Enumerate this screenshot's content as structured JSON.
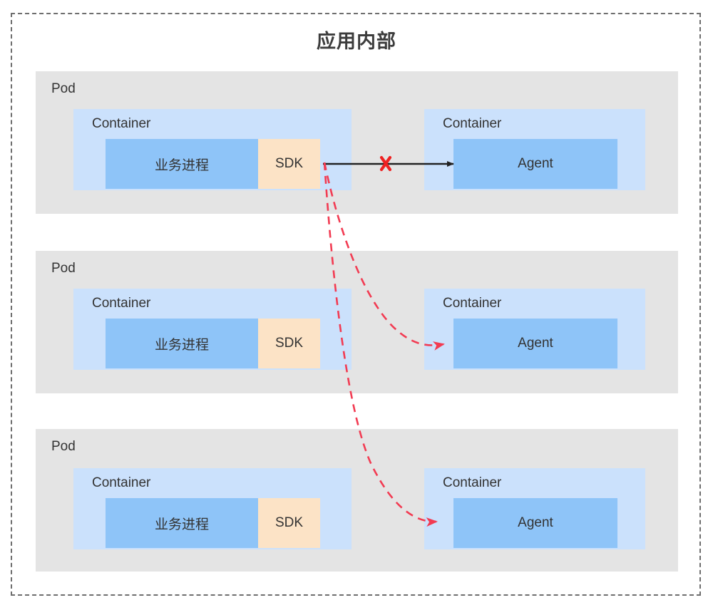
{
  "diagram": {
    "title": "应用内部",
    "boundary_style": "dashed",
    "colors": {
      "pod_bg": "#e4e4e4",
      "container_bg": "#cbe1fc",
      "process_bg": "#8ec4f8",
      "sdk_bg": "#fce3c6",
      "agent_bg": "#8ec4f8",
      "blocked_arrow": "#222222",
      "blocked_marker": "#ee2222",
      "redirect_arrow": "#f23b52",
      "boundary_border": "#6e6e6e",
      "text": "#333333"
    },
    "pods": [
      {
        "label": "Pod",
        "app_container": {
          "label": "Container",
          "process": {
            "label": "业务进程"
          },
          "sdk": {
            "label": "SDK"
          }
        },
        "agent_container": {
          "label": "Container",
          "agent": {
            "label": "Agent"
          }
        }
      },
      {
        "label": "Pod",
        "app_container": {
          "label": "Container",
          "process": {
            "label": "业务进程"
          },
          "sdk": {
            "label": "SDK"
          }
        },
        "agent_container": {
          "label": "Container",
          "agent": {
            "label": "Agent"
          }
        }
      },
      {
        "label": "Pod",
        "app_container": {
          "label": "Container",
          "process": {
            "label": "业务进程"
          },
          "sdk": {
            "label": "SDK"
          }
        },
        "agent_container": {
          "label": "Container",
          "agent": {
            "label": "Agent"
          }
        }
      }
    ],
    "connections": [
      {
        "name": "blocked-local-link",
        "from": "pod1.sdk",
        "to": "pod1.agent",
        "style": "solid",
        "color": "#222222",
        "marker": "x",
        "marker_color": "#ee2222",
        "state": "blocked"
      },
      {
        "name": "redirect-to-pod2-agent",
        "from": "pod1.sdk",
        "to": "pod2.agent",
        "style": "dashed",
        "color": "#f23b52",
        "state": "active"
      },
      {
        "name": "redirect-to-pod3-agent",
        "from": "pod1.sdk",
        "to": "pod3.agent",
        "style": "dashed",
        "color": "#f23b52",
        "state": "active"
      }
    ]
  }
}
